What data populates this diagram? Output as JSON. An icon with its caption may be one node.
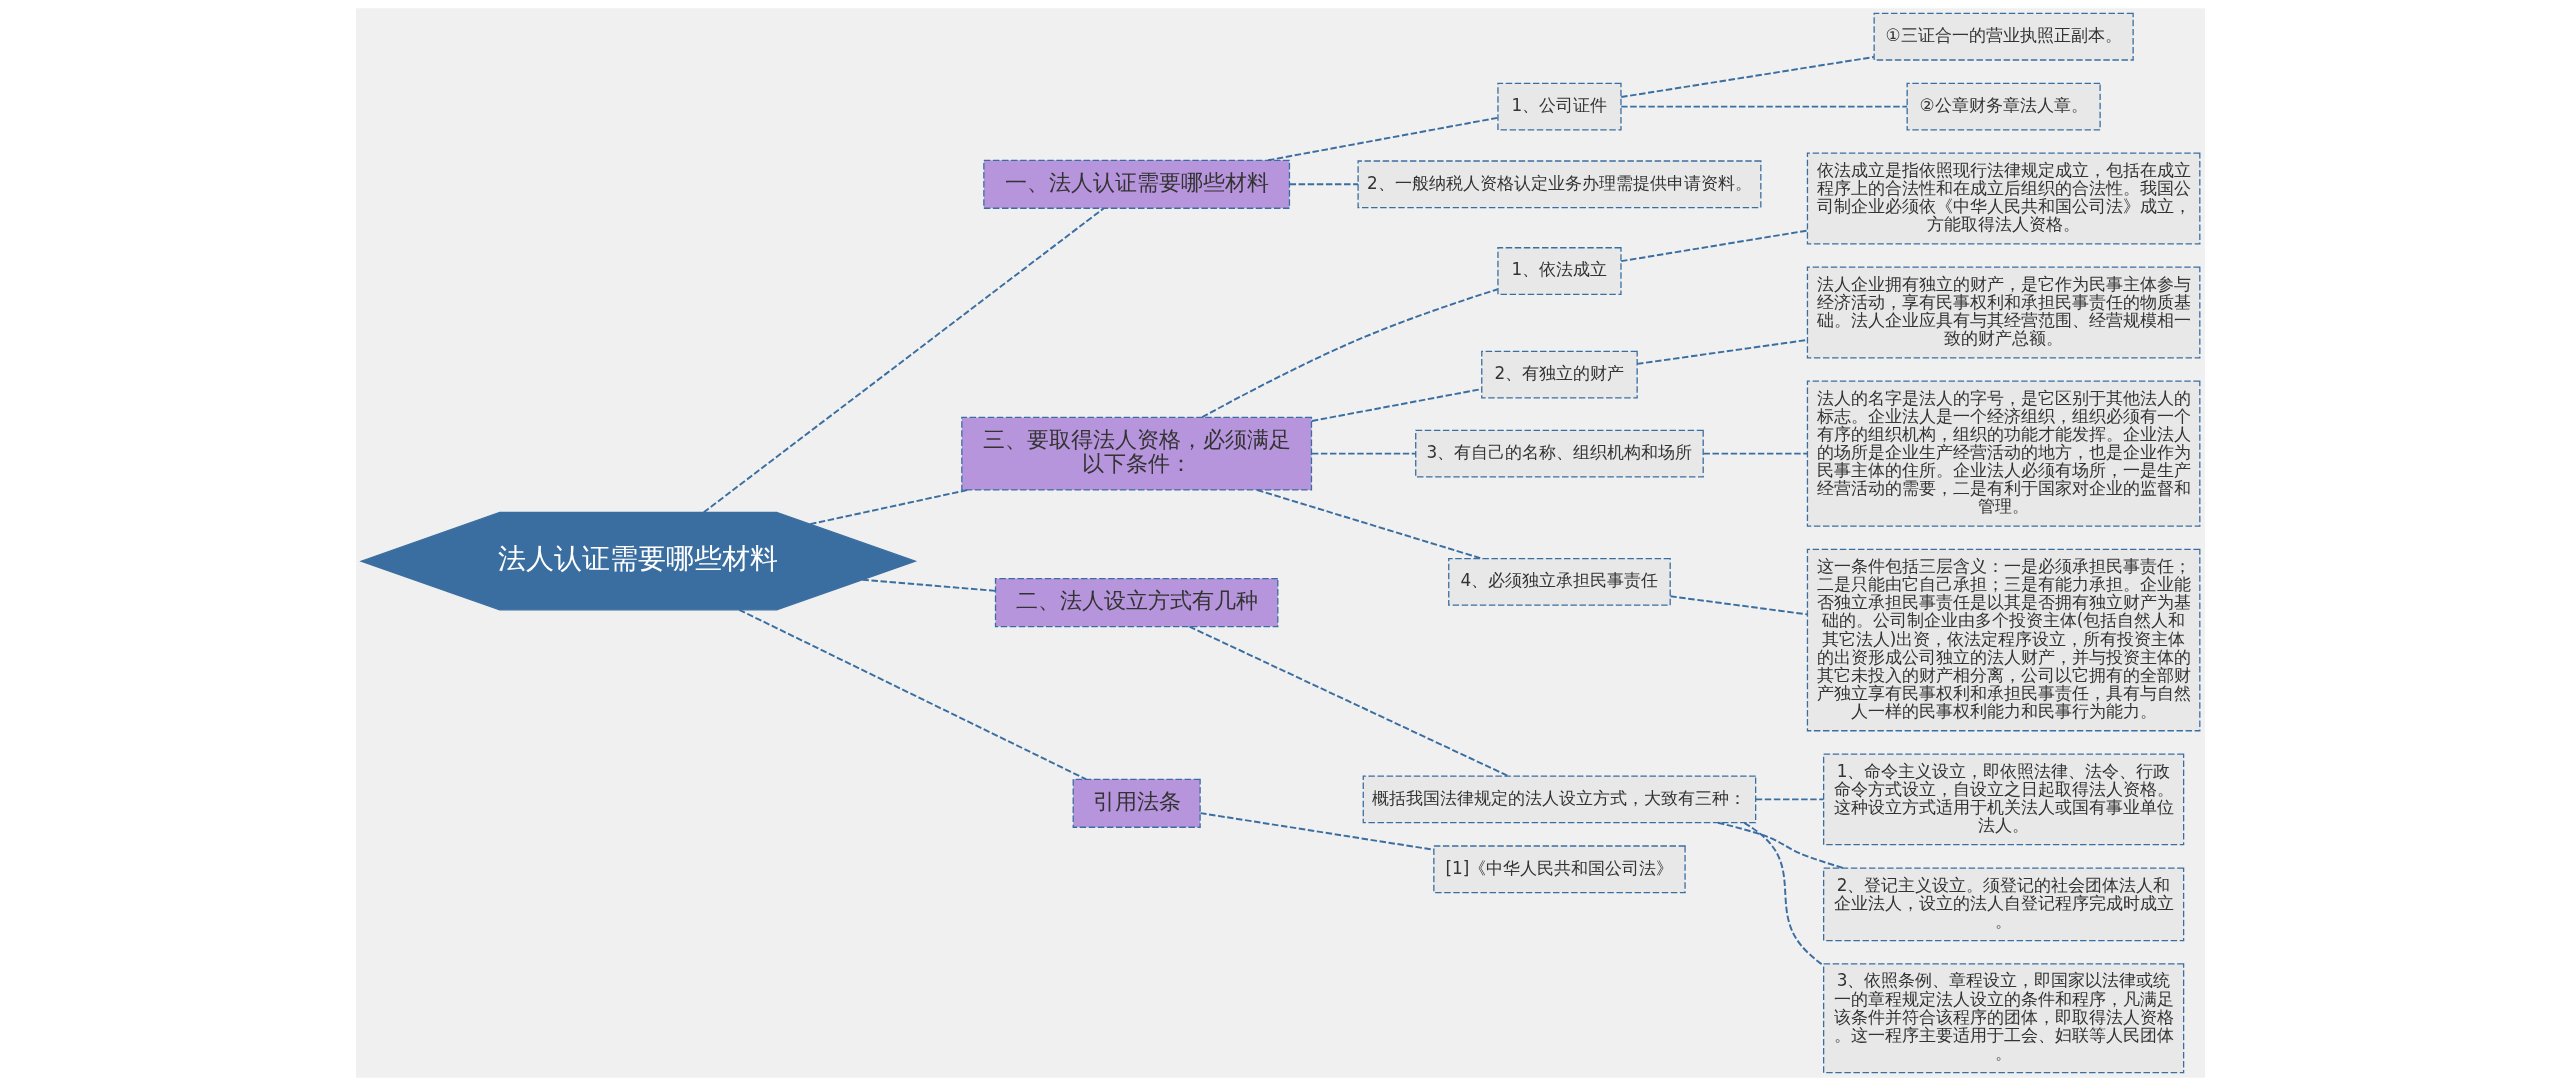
{
  "diagram": {
    "nodes": [
      {
        "text": [
          "法人认证需要哪些材料"
        ]
      },
      {
        "text": [
          "一、法人认证需要哪些材料"
        ]
      },
      {
        "text": [
          "1、公司证件"
        ]
      },
      {
        "text": [
          "①三证合一的营业执照正副本。"
        ]
      },
      {
        "text": [
          "②公章财务章法人章。"
        ]
      },
      {
        "text": [
          "2、一般纳税人资格认定业务办理需提供申请资料。"
        ]
      },
      {
        "text": [
          "三、要取得法人资格，必须满足以下条件："
        ]
      },
      {
        "text": [
          "1、依法成立"
        ]
      },
      {
        "text": [
          "依法成立是指依照现行法律规定成立，包括在成立程序上的合法性和在成立后组织的合法性。我国公司制企业必须依《中华人民共和国公司法》成立，方能取得法人资格。"
        ]
      },
      {
        "text": [
          "2、有独立的财产"
        ]
      },
      {
        "text": [
          "法人企业拥有独立的财产，是它作为民事主体参与经济活动，享有民事权利和承担民事责任的物质基础。法人企业应具有与其经营范围、经营规模相一致的财产总额。"
        ]
      },
      {
        "text": [
          "3、有自己的名称、组织机构和场所"
        ]
      },
      {
        "text": [
          "法人的名字是法人的字号，是它区别于其他法人的标志。企业法人是一个经济组织，组织必须有一个有序的组织机构，组织的功能才能发挥。企业法人的场所是企业生产经营活动的地方，也是企业作为民事主体的住所。企业法人必须有场所，一是生产经营活动的需要，二是有利于国家对企业的监督和管理。"
        ]
      },
      {
        "text": [
          "4、必须独立承担民事责任"
        ]
      },
      {
        "text": [
          "这一条件包括三层含义：一是必须承担民事责任；二是只能由它自己承担；三是有能力承担。企业能否独立承担民事责任是以其是否拥有独立财产为基础的。公司制企业由多个投资主体(包括自然人和其它法人)出资，依法定程序设立，所有投资主体的出资形成公司独立的法人财产，并与投资主体的其它未投入的财产相分离，公司以它拥有的全部财产独立享有民事权利和承担民事责任，具有与自然人一样的民事权利能力和民事行为能力。"
        ]
      },
      {
        "text": [
          "二、法人设立方式有几种"
        ]
      },
      {
        "text": [
          "概括我国法律规定的法人设立方式，大致有三种："
        ]
      },
      {
        "text": [
          "1、命令主义设立，即依照法律、法令、行政命令方式设立，自设立之日起取得法人资格。这种设立方式适用于机关法人或国有事业单位法人。"
        ]
      },
      {
        "text": [
          "2、登记主义设立。须登记的社会团体法人和企业法人，设立的法人自登记程序完成时成立。"
        ]
      },
      {
        "text": [
          "3、依照条例、章程设立，即国家以法律或统一的章程规定法人设立的条件和程序，凡满足该条件并符合该程序的团体，即取得法人资格。这一程序主要适用于工会、妇联等人民团体。"
        ]
      },
      {
        "text": [
          "引用法条"
        ]
      },
      {
        "text": [
          "[1]《中华人民共和国公司法》"
        ]
      }
    ],
    "edges": [
      {
        "from": 0,
        "to": 1,
        "arrow": "none"
      },
      {
        "from": 1,
        "to": 2,
        "arrow": "none"
      },
      {
        "from": 2,
        "to": 3,
        "arrow": "none"
      },
      {
        "from": 2,
        "to": 4,
        "arrow": "none"
      },
      {
        "from": 1,
        "to": 5,
        "arrow": "none"
      },
      {
        "from": 0,
        "to": 6,
        "arrow": "none"
      },
      {
        "from": 6,
        "to": 7,
        "arrow": "none"
      },
      {
        "from": 7,
        "to": 8,
        "arrow": "none"
      },
      {
        "from": 6,
        "to": 9,
        "arrow": "none"
      },
      {
        "from": 9,
        "to": 10,
        "arrow": "none"
      },
      {
        "from": 6,
        "to": 11,
        "arrow": "none"
      },
      {
        "from": 11,
        "to": 12,
        "arrow": "none"
      },
      {
        "from": 6,
        "to": 13,
        "arrow": "none"
      },
      {
        "from": 13,
        "to": 14,
        "arrow": "none"
      },
      {
        "from": 0,
        "to": 15,
        "arrow": "none"
      },
      {
        "from": 15,
        "to": 16,
        "arrow": "none"
      },
      {
        "from": 16,
        "to": 17,
        "arrow": "none"
      },
      {
        "from": 16,
        "to": 18,
        "arrow": "none"
      },
      {
        "from": 16,
        "to": 19,
        "arrow": "none"
      },
      {
        "from": 0,
        "to": 20,
        "arrow": "none"
      },
      {
        "from": 20,
        "to": 21,
        "arrow": "none"
      }
    ]
  }
}
